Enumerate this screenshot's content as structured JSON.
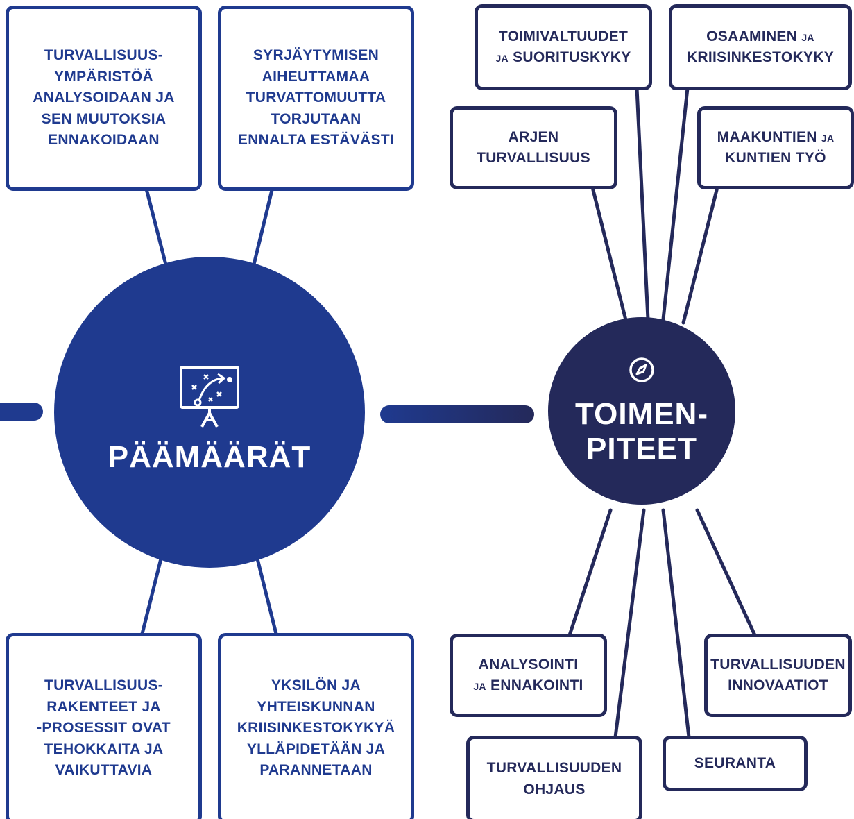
{
  "colors": {
    "blue": "#1f3a8f",
    "navy": "#24295a",
    "background": "#ffffff"
  },
  "hub_left": {
    "title": "PÄÄMÄÄRÄT",
    "icon": "strategy-board-icon"
  },
  "hub_right": {
    "title_line1": "TOIMEN-",
    "title_line2": "PITEET",
    "icon": "compass-icon"
  },
  "goals": [
    {
      "lines": [
        "TURVALLISUUS-",
        "YMPÄRISTÖÄ",
        "ANALYSOIDAAN JA",
        "SEN MUUTOKSIA",
        "ENNAKOIDAAN"
      ]
    },
    {
      "lines": [
        "SYRJÄYTYMISEN",
        "AIHEUTTAMAA",
        "TURVATTOMUUTTA",
        "TORJUTAAN",
        "ENNALTA ESTÄVÄSTI"
      ]
    },
    {
      "lines": [
        "TURVALLISUUS-",
        "RAKENTEET JA",
        "-PROSESSIT OVAT",
        "TEHOKKAITA JA",
        "VAIKUTTAVIA"
      ]
    },
    {
      "lines": [
        "YKSILÖN JA",
        "YHTEISKUNNAN",
        "KRIISINKESTOKYKYÄ",
        "YLLÄPIDETÄÄN JA",
        "PARANNETAAN"
      ]
    }
  ],
  "measures": {
    "toimivaltuudet": {
      "a": "TOIMIVALTUUDET",
      "b_small": "JA",
      "b": "SUORITUSKYKY"
    },
    "osaaminen": {
      "a": "OSAAMINEN",
      "a_small": "JA",
      "b": "KRIISINKESTOKYKY"
    },
    "arjen": {
      "a": "ARJEN",
      "b": "TURVALLISUUS"
    },
    "maakuntien": {
      "a": "MAAKUNTIEN",
      "a_small": "JA",
      "b": "KUNTIEN TYÖ"
    },
    "analysointi": {
      "a": "ANALYSOINTI",
      "b_small": "JA",
      "b": "ENNAKOINTI"
    },
    "innovaatiot": {
      "a": "TURVALLISUUDEN",
      "b": "INNOVAATIOT"
    },
    "ohjaus": {
      "a": "TURVALLISUUDEN",
      "b": "OHJAUS"
    },
    "seuranta": {
      "a": "SEURANTA"
    }
  }
}
